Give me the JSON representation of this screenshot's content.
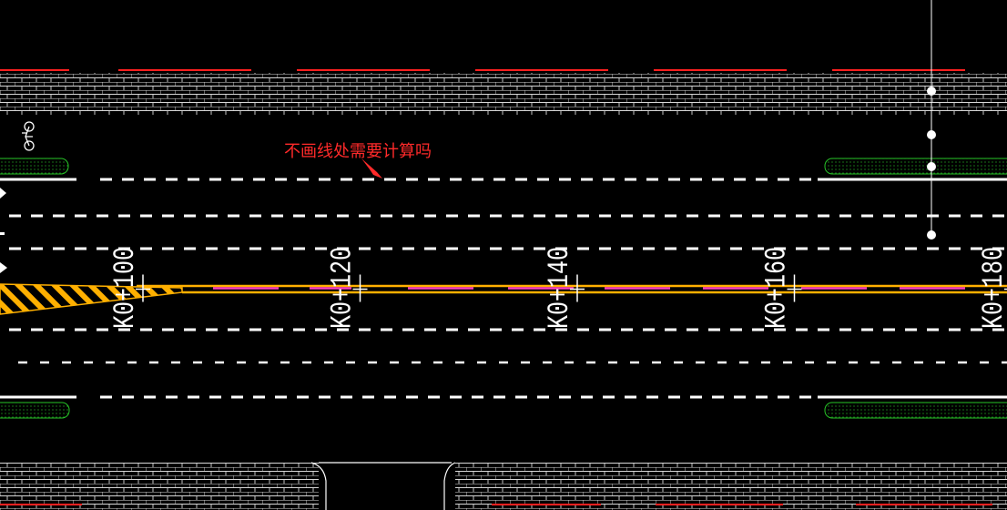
{
  "viewport": {
    "background_color": "#000000"
  },
  "colors": {
    "lane_marking": "#ffffff",
    "centerline": "#ffb000",
    "centerline_accent": "#ff40c0",
    "hatch": "#ffb000",
    "brick_pavement": "#d8d8d8",
    "curb_edge": "#ff2020",
    "planter_outline": "#27c427",
    "annotation": "#ff2a2a",
    "crosshair": "#ffffff"
  },
  "stations": [
    {
      "label": "K0+100"
    },
    {
      "label": "K0+120"
    },
    {
      "label": "K0+140"
    },
    {
      "label": "K0+160"
    },
    {
      "label": "K0+180"
    }
  ],
  "annotation": {
    "text": "不画线处需要计算吗"
  },
  "icons": {
    "bicycle": "bicycle-icon",
    "arrow": "arrow-icon",
    "grip": "grip-icon"
  }
}
